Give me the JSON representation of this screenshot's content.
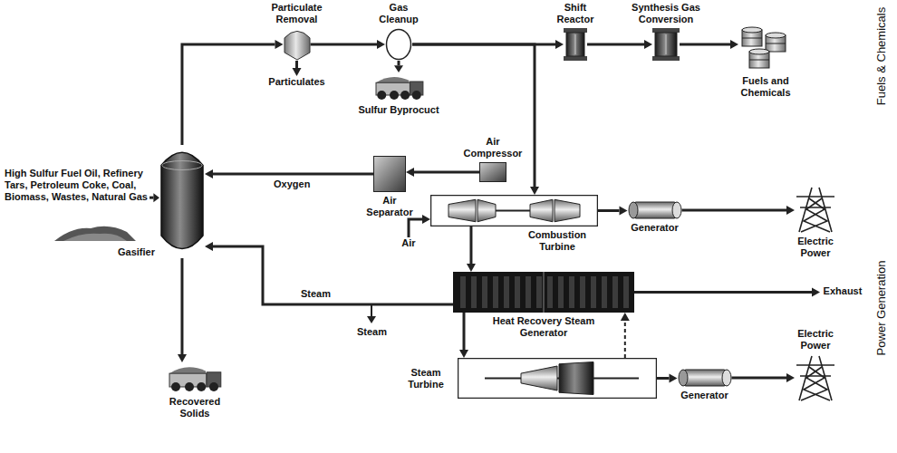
{
  "diagram": {
    "nodes": [
      {
        "text": [
          "High Sulfur Fuel Oil, Refinery Tars, Petroleum Coke, Coal, Biomass, Wastes, Natural Gas"
        ]
      },
      {
        "text": [
          "Gasifier"
        ]
      },
      {
        "text": [
          "Particulate Removal"
        ]
      },
      {
        "text": [
          "Particulates"
        ]
      },
      {
        "text": [
          "Gas Cleanup"
        ]
      },
      {
        "text": [
          "Sulfur Byprocuct"
        ]
      },
      {
        "text": [
          "Shift Reactor"
        ]
      },
      {
        "text": [
          "Synthesis Gas Conversion"
        ]
      },
      {
        "text": [
          "Fuels and Chemicals"
        ]
      },
      {
        "text": [
          "Air Compressor"
        ]
      },
      {
        "text": [
          "Air Separator"
        ]
      },
      {
        "text": [
          "Combustion Turbine"
        ]
      },
      {
        "text": [
          "Generator"
        ]
      },
      {
        "text": [
          "Electric Power"
        ]
      },
      {
        "text": [
          "Heat Recovery Steam Generator"
        ]
      },
      {
        "text": [
          "Steam Turbine"
        ]
      },
      {
        "text": [
          "Generator"
        ]
      },
      {
        "text": [
          "Electric Power"
        ]
      },
      {
        "text": [
          "Recovered Solids"
        ]
      },
      {
        "text": [
          "Exhaust"
        ]
      },
      {
        "text": [
          "Air"
        ]
      }
    ],
    "edges": [
      {
        "from": 0,
        "to": 1,
        "arrow": "to"
      },
      {
        "from": 1,
        "to": 2,
        "arrow": "to"
      },
      {
        "from": 2,
        "to": 3,
        "arrow": "to"
      },
      {
        "from": 2,
        "to": 4,
        "arrow": "to"
      },
      {
        "from": 4,
        "to": 5,
        "arrow": "to"
      },
      {
        "from": 4,
        "to": 6,
        "arrow": "to"
      },
      {
        "from": 6,
        "to": 7,
        "arrow": "to"
      },
      {
        "from": 7,
        "to": 8,
        "arrow": "to"
      },
      {
        "from": 4,
        "to": 11,
        "arrow": "to"
      },
      {
        "from": 9,
        "to": 10,
        "arrow": "to"
      },
      {
        "from": 10,
        "to": 1,
        "label": "Oxygen",
        "arrow": "to"
      },
      {
        "from": 11,
        "to": 12,
        "arrow": "to"
      },
      {
        "from": 12,
        "to": 13,
        "arrow": "to"
      },
      {
        "from": 11,
        "to": 14,
        "arrow": "to"
      },
      {
        "from": 14,
        "to": 19,
        "arrow": "to"
      },
      {
        "from": 14,
        "to": 1,
        "label": "Steam",
        "arrow": "to"
      },
      {
        "from": 14,
        "to": 15,
        "arrow": "to"
      },
      {
        "from": 15,
        "to": 14,
        "arrow": "to"
      },
      {
        "from": 15,
        "to": 16,
        "arrow": "to"
      },
      {
        "from": 16,
        "to": 17,
        "arrow": "to"
      },
      {
        "from": 1,
        "to": 18,
        "arrow": "to"
      },
      {
        "from": 20,
        "to": 11,
        "arrow": "to"
      }
    ],
    "labels": [
      "Steam",
      "Fuels & Chemicals",
      "Power Generation"
    ]
  }
}
